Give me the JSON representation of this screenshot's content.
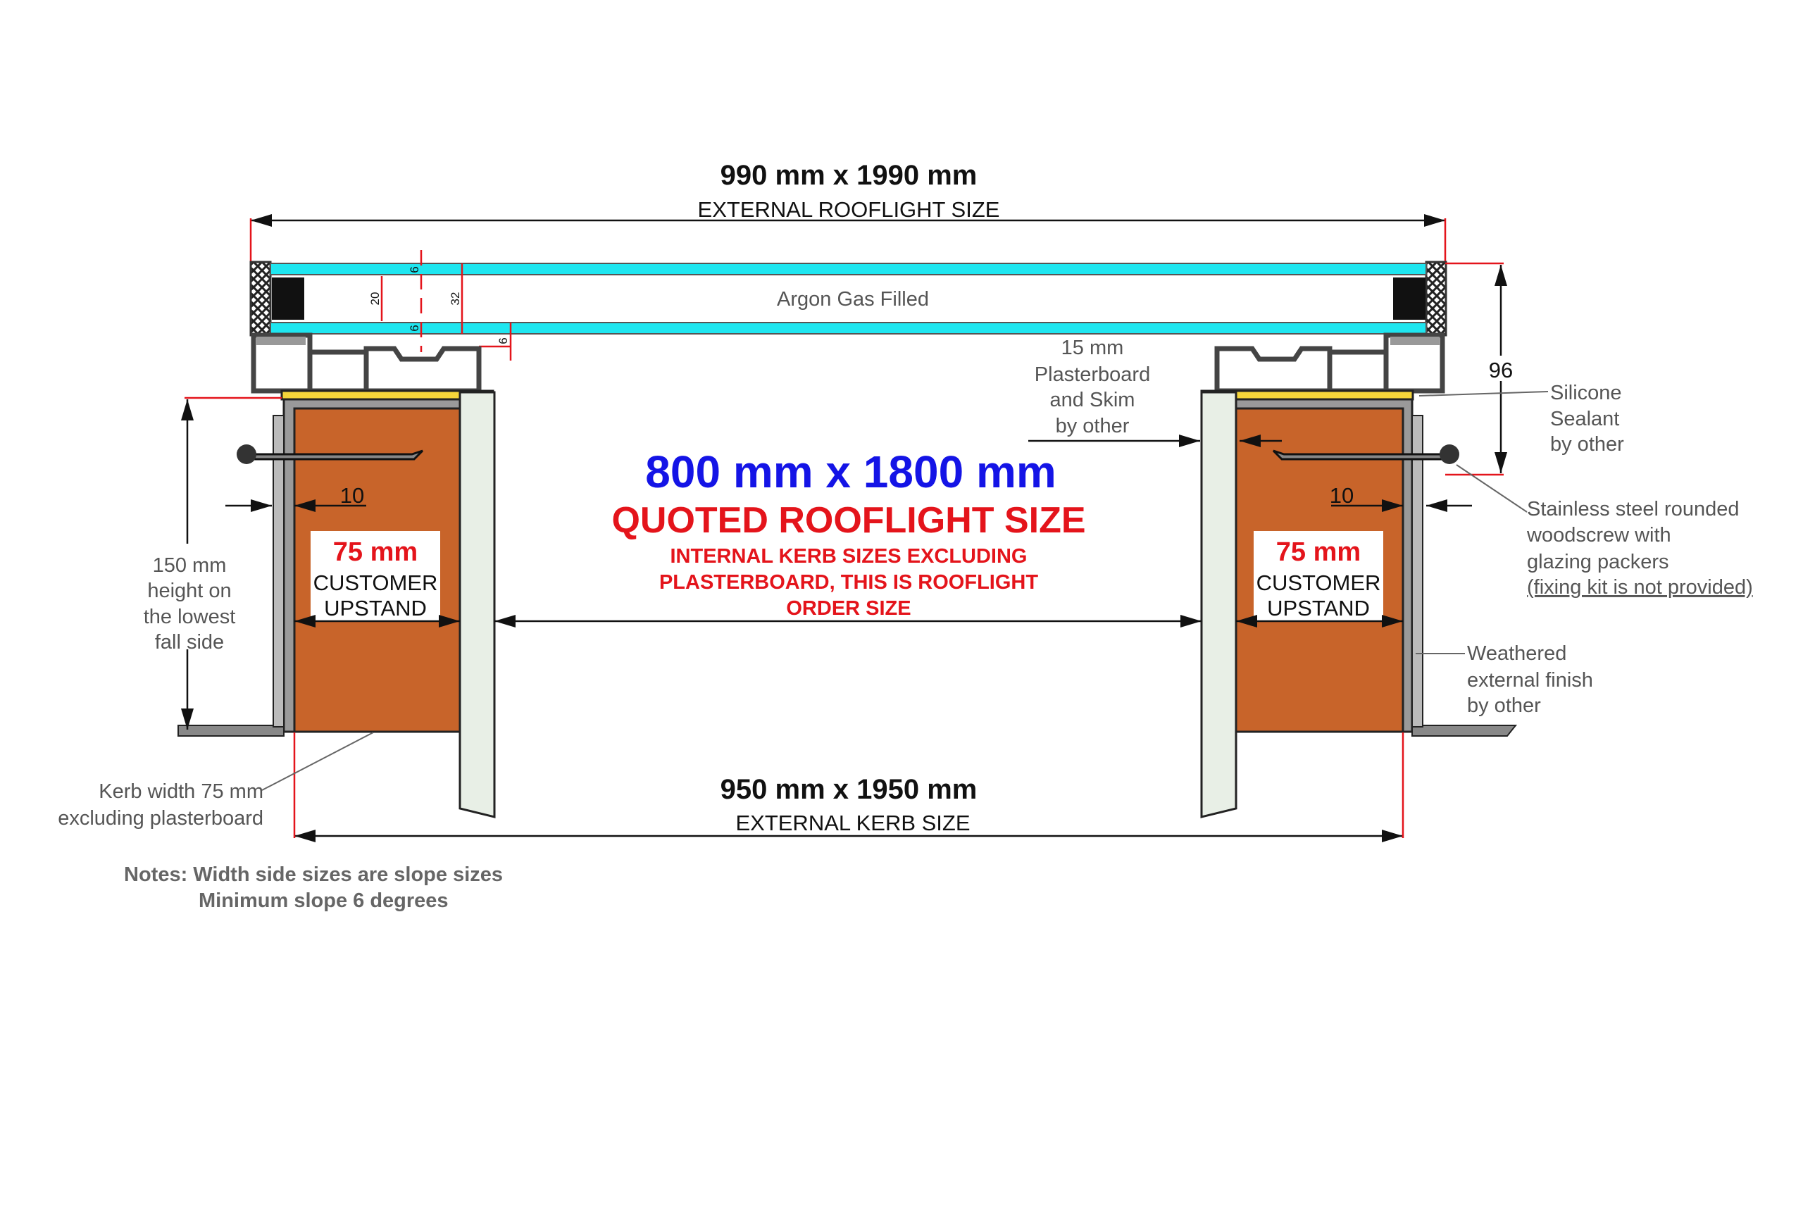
{
  "external_rooflight": {
    "size": "990 mm x 1990 mm",
    "label": "EXTERNAL ROOFLIGHT SIZE"
  },
  "glazing": {
    "gas_label": "Argon Gas Filled",
    "dims": [
      "6",
      "20",
      "32",
      "6",
      "6"
    ],
    "height_dim": "96"
  },
  "quoted": {
    "size": "800 mm x 1800 mm",
    "label": "QUOTED ROOFLIGHT SIZE",
    "note_lines": [
      "INTERNAL KERB SIZES EXCLUDING",
      "PLASTERBOARD, THIS IS ROOFLIGHT",
      "ORDER SIZE"
    ]
  },
  "upstand": {
    "size": "75 mm",
    "line1": "CUSTOMER",
    "line2": "UPSTAND",
    "gap_dim": "10"
  },
  "external_kerb": {
    "size": "950 mm x 1950 mm",
    "label": "EXTERNAL KERB SIZE"
  },
  "callouts": {
    "height": [
      "150 mm",
      "height on",
      "the lowest",
      "fall side"
    ],
    "kerb_width": [
      "Kerb width 75 mm",
      "excluding plasterboard"
    ],
    "plasterboard": [
      "15 mm",
      "Plasterboard",
      "and Skim",
      "by other"
    ],
    "sealant": [
      "Silicone",
      "Sealant",
      "by other"
    ],
    "screw": [
      "Stainless steel rounded",
      "woodscrew with",
      "glazing packers",
      "(fixing kit is not provided)"
    ],
    "finish": [
      "Weathered",
      "external finish",
      "by other"
    ]
  },
  "notes": [
    "Notes: Width side sizes are slope sizes",
    "Minimum slope 6 degrees"
  ],
  "colors": {
    "glass": "#1ee6f0",
    "timber": "#c8642a",
    "accent_blue": "#1414e6",
    "accent_red": "#e4141b"
  }
}
